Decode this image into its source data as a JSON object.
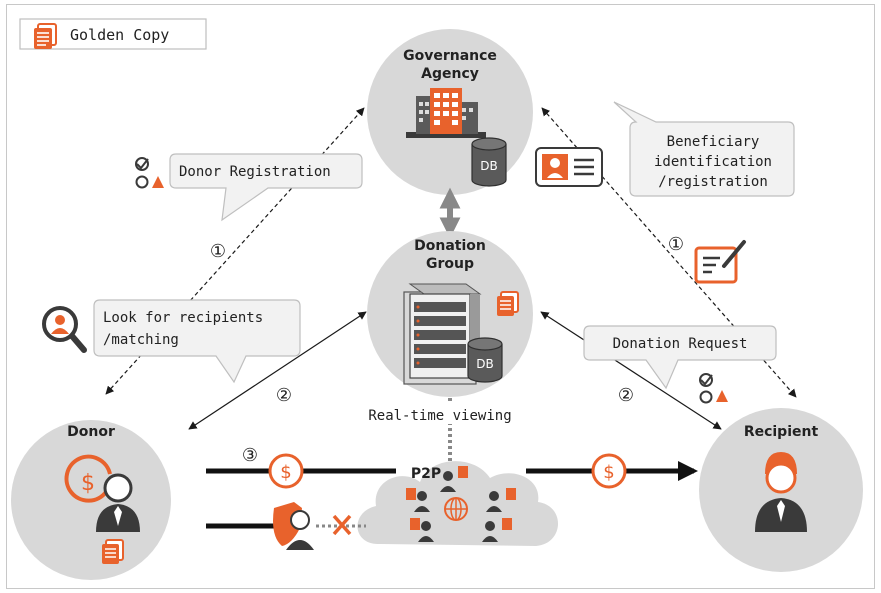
{
  "legend": {
    "label": "Golden Copy",
    "icon": "document-icon"
  },
  "nodes": {
    "governance": {
      "title_line1": "Governance",
      "title_line2": "Agency",
      "db_label": "DB"
    },
    "donation_group": {
      "title_line1": "Donation",
      "title_line2": "Group",
      "db_label": "DB"
    },
    "donor": {
      "title": "Donor"
    },
    "recipient": {
      "title": "Recipient"
    },
    "p2p": {
      "title": "P2P"
    }
  },
  "callouts": {
    "donor_registration": "Donor Registration",
    "beneficiary_line1": "Beneficiary",
    "beneficiary_line2": "identification",
    "beneficiary_line3": "/registration",
    "look_for_line1": "Look for recipients",
    "look_for_line2": "/matching",
    "donation_request": "Donation Request"
  },
  "labels": {
    "realtime": "Real-time viewing",
    "step1_left": "①",
    "step1_right": "①",
    "step2_left": "②",
    "step2_right": "②",
    "step3": "③"
  },
  "colors": {
    "accent": "#e8622c",
    "circle_fill": "#d8d8d8",
    "callout_fill": "#f2f2f2",
    "dark": "#3a3a3a"
  },
  "icons": [
    "document-icon",
    "building-icon",
    "database-icon",
    "server-rack-icon",
    "dollar-coin-icon",
    "person-icon",
    "checklist-icon",
    "id-card-icon",
    "signature-icon",
    "search-person-icon",
    "shield-icon",
    "globe-icon",
    "cross-icon"
  ]
}
